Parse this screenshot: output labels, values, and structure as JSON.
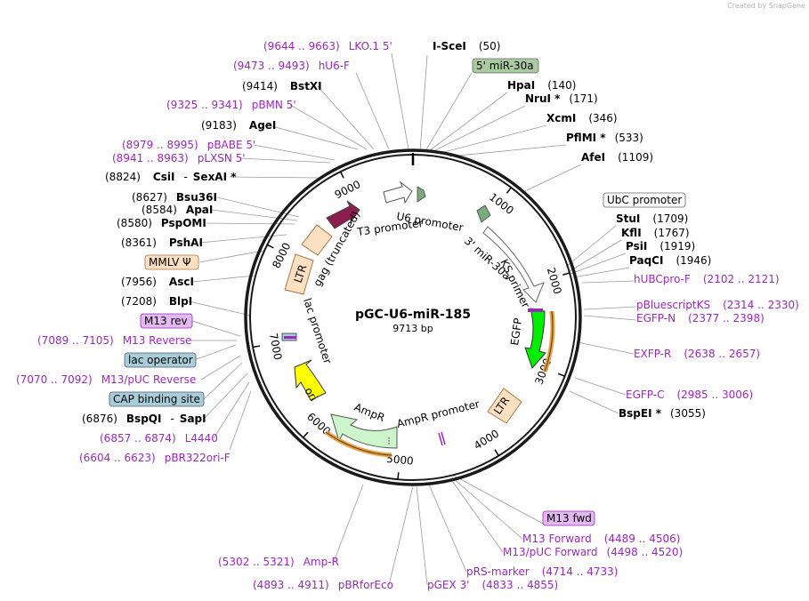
{
  "credit": "Created by SnapGene",
  "plasmid": {
    "name": "pGC-U6-miR-185",
    "length": "9713 bp"
  },
  "ticks": [
    "1000",
    "2000",
    "3000",
    "4000",
    "5000",
    "6000",
    "7000",
    "8000",
    "9000"
  ],
  "sites": [
    {
      "name": "I-SceI",
      "pos": "(50)"
    },
    {
      "name": "HpaI",
      "pos": "(140)"
    },
    {
      "name": "NruI *",
      "pos": "(171)"
    },
    {
      "name": "XcmI",
      "pos": "(346)"
    },
    {
      "name": "PflMI *",
      "pos": "(533)"
    },
    {
      "name": "AfeI",
      "pos": "(1109)"
    },
    {
      "name": "StuI",
      "pos": "(1709)"
    },
    {
      "name": "KflI",
      "pos": "(1767)"
    },
    {
      "name": "PsiI",
      "pos": "(1919)"
    },
    {
      "name": "PaqCI",
      "pos": "(1946)"
    },
    {
      "name": "BspEI *",
      "pos": "(3055)"
    },
    {
      "name": "BstXI",
      "pos": "(9414)"
    },
    {
      "name": "AgeI",
      "pos": "(9183)"
    },
    {
      "name": "CsiI",
      "pos": "(8824)"
    },
    {
      "name": "SexAI *",
      "pos": ""
    },
    {
      "name": "Bsu36I",
      "pos": "(8627)"
    },
    {
      "name": "ApaI",
      "pos": "(8584)"
    },
    {
      "name": "PspOMI",
      "pos": "(8580)"
    },
    {
      "name": "PshAI",
      "pos": "(8361)"
    },
    {
      "name": "AscI",
      "pos": "(7956)"
    },
    {
      "name": "BlpI",
      "pos": "(7208)"
    },
    {
      "name": "BspQI",
      "pos": "(6876)"
    },
    {
      "name": "SapI",
      "pos": ""
    }
  ],
  "primers": [
    {
      "name": "LKO.1 5'",
      "pos": "(9644 .. 9663)"
    },
    {
      "name": "hU6-F",
      "pos": "(9473 .. 9493)"
    },
    {
      "name": "pBMN 5'",
      "pos": "(9325 .. 9341)"
    },
    {
      "name": "pBABE 5'",
      "pos": "(8979 .. 8995)"
    },
    {
      "name": "pLXSN 5'",
      "pos": "(8941 .. 8963)"
    },
    {
      "name": "M13 Reverse",
      "pos": "(7089 .. 7105)"
    },
    {
      "name": "M13/pUC Reverse",
      "pos": "(7070 .. 7092)"
    },
    {
      "name": "L4440",
      "pos": "(6857 .. 6874)"
    },
    {
      "name": "pBR322ori-F",
      "pos": "(6604 .. 6623)"
    },
    {
      "name": "hUBCpro-F",
      "pos": "(2102 .. 2121)"
    },
    {
      "name": "pBluescriptKS",
      "pos": "(2314 .. 2330)"
    },
    {
      "name": "EGFP-N",
      "pos": "(2377 .. 2398)"
    },
    {
      "name": "EXFP-R",
      "pos": "(2638 .. 2657)"
    },
    {
      "name": "EGFP-C",
      "pos": "(2985 .. 3006)"
    },
    {
      "name": "M13 Forward",
      "pos": "(4489 .. 4506)"
    },
    {
      "name": "M13/pUC Forward",
      "pos": "(4498 .. 4520)"
    },
    {
      "name": "pRS-marker",
      "pos": "(4714 .. 4733)"
    },
    {
      "name": "pGEX 3'",
      "pos": "(4833 .. 4855)"
    },
    {
      "name": "pBRforEco",
      "pos": "(4893 .. 4911)"
    },
    {
      "name": "Amp-R",
      "pos": "(5302 .. 5321)"
    }
  ],
  "boxes": [
    {
      "name": "5' miR-30a",
      "fill": "#a9cba0"
    },
    {
      "name": "UbC promoter",
      "fill": "#ffffff"
    },
    {
      "name": "MMLV Ψ",
      "fill": "#fde0c2"
    },
    {
      "name": "M13 rev",
      "fill": "#e2b9f0"
    },
    {
      "name": "lac operator",
      "fill": "#a7cdd8"
    },
    {
      "name": "CAP binding site",
      "fill": "#a7cdd8"
    },
    {
      "name": "M13 fwd",
      "fill": "#e2b9f0"
    }
  ],
  "features": [
    {
      "name": "U6 promoter"
    },
    {
      "name": "T3 promoter"
    },
    {
      "name": "3' miR-30a"
    },
    {
      "name": "KS primer"
    },
    {
      "name": "EGFP"
    },
    {
      "name": "LTR"
    },
    {
      "name": "AmpR promoter"
    },
    {
      "name": "AmpR"
    },
    {
      "name": "ori"
    },
    {
      "name": "lac promoter"
    },
    {
      "name": "gag (truncated)"
    }
  ],
  "colors": {
    "enzyme": "#000000",
    "primer": "#9c27c0",
    "egfp": "#00ee00",
    "ori": "#ffff00",
    "ampr": "#ccf5cc",
    "ltr": "#fde0c2",
    "gag": "#8b1e4f",
    "mir": "#7bab7b"
  }
}
